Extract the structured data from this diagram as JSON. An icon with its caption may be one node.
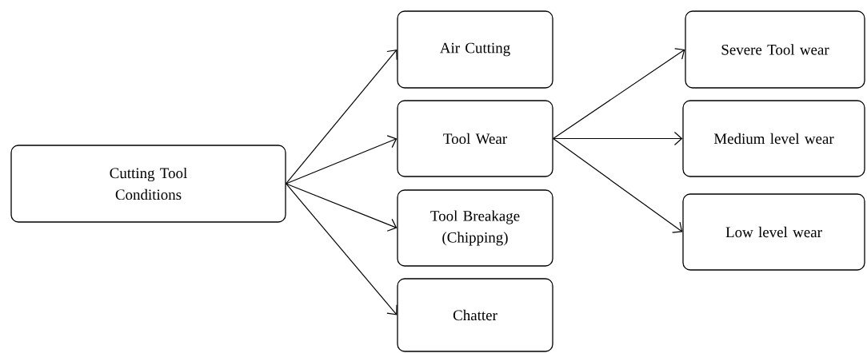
{
  "diagram": {
    "nodes": [
      {
        "text": [
          "Cutting Tool Conditions"
        ]
      },
      {
        "text": [
          "Air Cutting"
        ]
      },
      {
        "text": [
          "Tool Wear"
        ]
      },
      {
        "text": [
          "Tool Breakage (Chipping)"
        ]
      },
      {
        "text": [
          "Chatter"
        ]
      },
      {
        "text": [
          "Severe Tool wear"
        ]
      },
      {
        "text": [
          "Medium level wear"
        ]
      },
      {
        "text": [
          "Low level wear"
        ]
      }
    ],
    "edges": [
      {
        "from": 0,
        "to": 1,
        "arrow": "to"
      },
      {
        "from": 0,
        "to": 2,
        "arrow": "to"
      },
      {
        "from": 0,
        "to": 3,
        "arrow": "to"
      },
      {
        "from": 0,
        "to": 4,
        "arrow": "to"
      },
      {
        "from": 2,
        "to": 5,
        "arrow": "to"
      },
      {
        "from": 2,
        "to": 6,
        "arrow": "to"
      },
      {
        "from": 2,
        "to": 7,
        "arrow": "to"
      }
    ]
  }
}
